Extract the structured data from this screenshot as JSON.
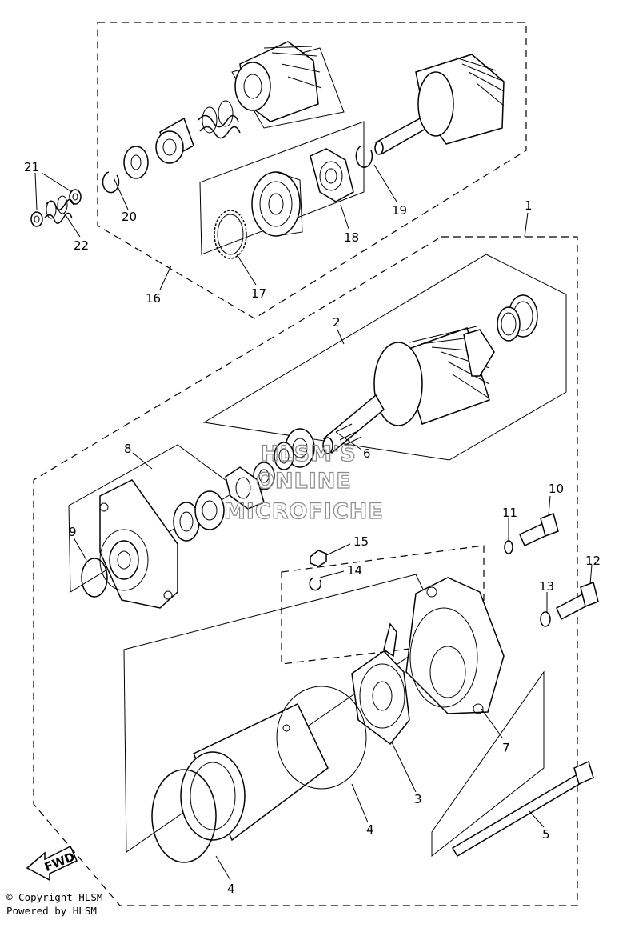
{
  "watermark": [
    "HLSM'S",
    "ONLINE",
    "MICROFICHE"
  ],
  "fwd_label": "FWD",
  "copyright": "© Copyright HLSM",
  "powered_by": "Powered by HLSM",
  "callouts": {
    "c1": "1",
    "c2": "2",
    "c3": "3",
    "c4a": "4",
    "c4b": "4",
    "c5": "5",
    "c6": "6",
    "c7": "7",
    "c8": "8",
    "c9": "9",
    "c10": "10",
    "c11": "11",
    "c12": "12",
    "c13": "13",
    "c14": "14",
    "c15": "15",
    "c16": "16",
    "c17": "17",
    "c18": "18",
    "c19": "19",
    "c20": "20",
    "c21": "21",
    "c22": "22"
  }
}
